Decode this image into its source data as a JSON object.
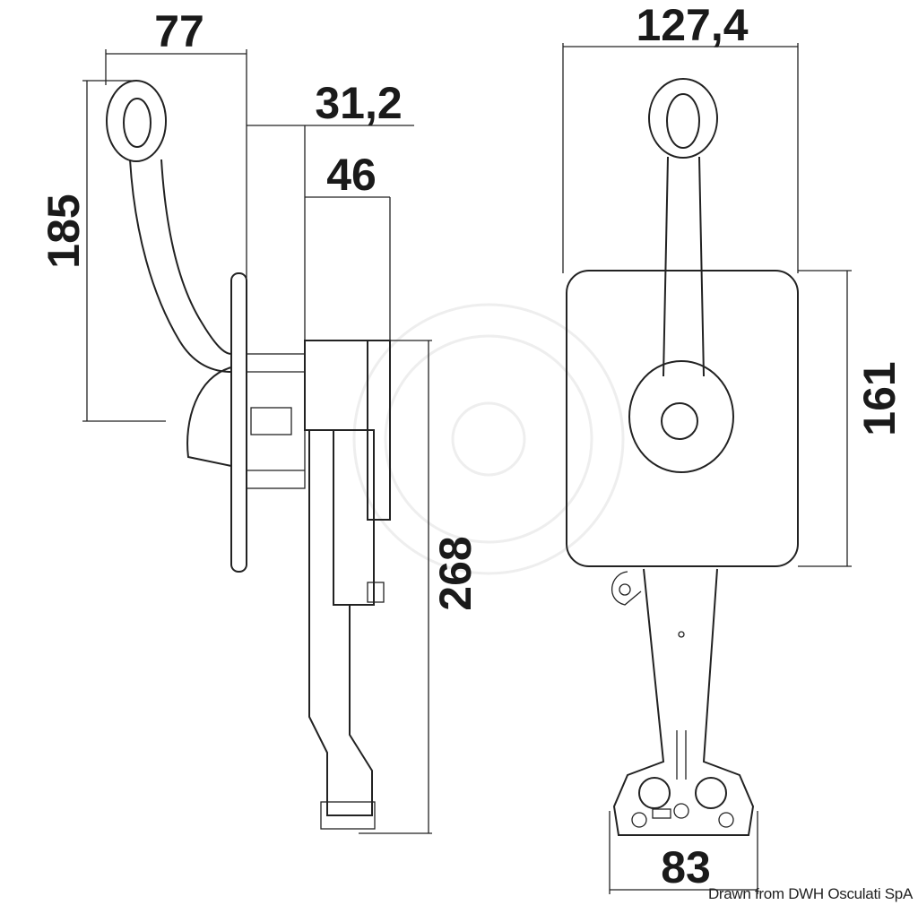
{
  "drawing": {
    "dimensions": {
      "side_width": "77",
      "offset": "31,2",
      "body_depth": "46",
      "lever_height": "185",
      "total_height": "268",
      "front_width": "127,4",
      "plate_height": "161",
      "bracket_width": "83"
    },
    "credit": "Drawn from DWH Osculati SpA"
  }
}
